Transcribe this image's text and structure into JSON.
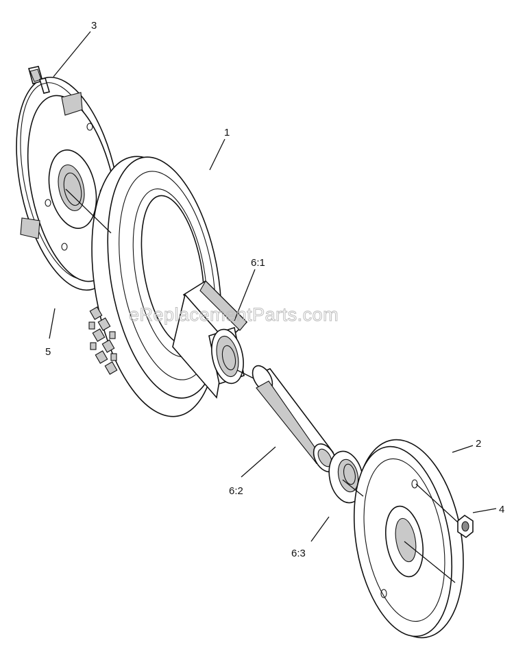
{
  "diagram": {
    "watermark": "eReplacementParts.com",
    "callouts": {
      "tire": "1",
      "right_hub": "2",
      "bolt": "3",
      "nut": "4",
      "left_hub": "5",
      "center_hub": "6:1",
      "axle_sleeve": "6:2",
      "washer": "6:3"
    }
  }
}
